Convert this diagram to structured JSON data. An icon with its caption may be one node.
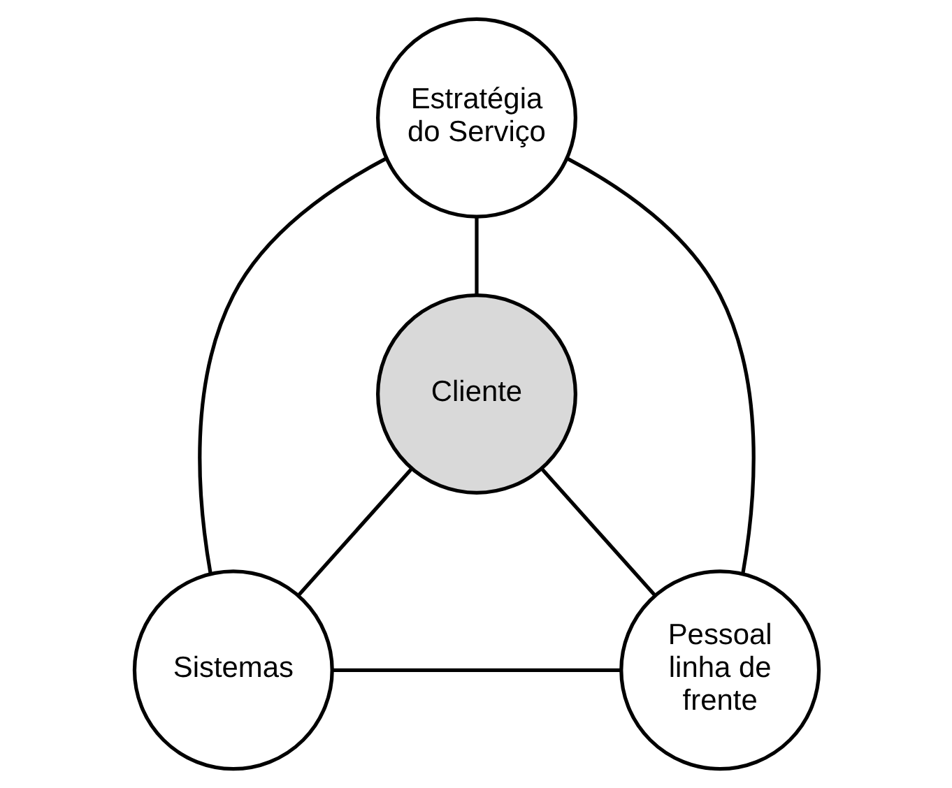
{
  "diagram": {
    "nodes": [
      {
        "text": [
          "Estratégia do Serviço"
        ]
      },
      {
        "text": [
          "Cliente"
        ]
      },
      {
        "text": [
          "Sistemas"
        ]
      },
      {
        "text": [
          "Pessoal linha de frente"
        ]
      }
    ],
    "edges": [
      {
        "from": 0,
        "to": 1,
        "arrow": "none"
      },
      {
        "from": 0,
        "to": 2,
        "arrow": "none"
      },
      {
        "from": 0,
        "to": 3,
        "arrow": "none"
      },
      {
        "from": 1,
        "to": 2,
        "arrow": "none"
      },
      {
        "from": 1,
        "to": 3,
        "arrow": "none"
      },
      {
        "from": 2,
        "to": 3,
        "arrow": "none"
      }
    ]
  }
}
